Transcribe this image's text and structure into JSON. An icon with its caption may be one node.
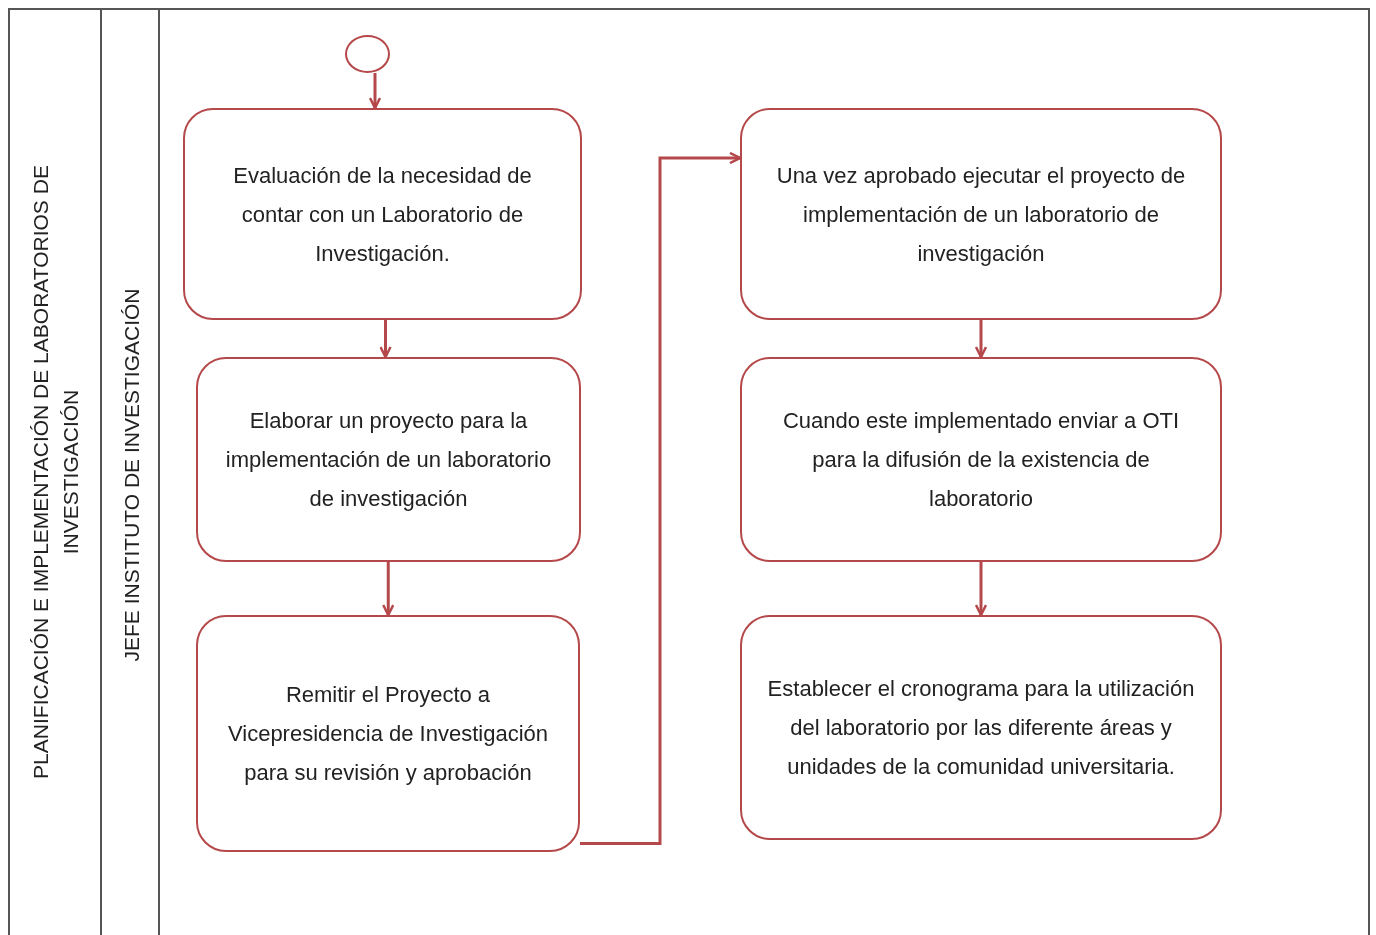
{
  "diagram": {
    "nodes": [
      {
        "text": [
          "PLANIFICACIÓN E IMPLEMENTACIÓN DE LABORATORIOS DE INVESTIGACIÓN"
        ]
      },
      {
        "text": [
          "JEFE INSTITUTO DE INVESTIGACIÓN"
        ],
        "in": 0
      },
      {
        "text": [],
        "shape": "circle",
        "in": 1
      },
      {
        "text": [
          "Evaluación de la necesidad de contar con un Laboratorio de Investigación."
        ],
        "in": 1
      },
      {
        "text": [
          "Elaborar un  proyecto para la implementación de un laboratorio de investigación"
        ],
        "in": 1
      },
      {
        "text": [
          "Remitir el Proyecto a Vicepresidencia de Investigación para su revisión y aprobación"
        ],
        "in": 1
      },
      {
        "text": [
          "Una vez aprobado ejecutar el proyecto de implementación de un laboratorio de investigación"
        ],
        "in": 1
      },
      {
        "text": [
          "Cuando este implementado enviar a OTI para la difusión de la existencia de laboratorio"
        ],
        "in": 1
      },
      {
        "text": [
          "Establecer el cronograma para la utilización del laboratorio por las diferente áreas y unidades de la comunidad universitaria."
        ],
        "in": 1
      }
    ],
    "edges": [
      {
        "from": 2,
        "to": 3,
        "arrow": "to"
      },
      {
        "from": 3,
        "to": 4,
        "arrow": "to"
      },
      {
        "from": 4,
        "to": 5,
        "arrow": "to"
      },
      {
        "from": 5,
        "to": 6,
        "arrow": "to"
      },
      {
        "from": 6,
        "to": 7,
        "arrow": "to"
      },
      {
        "from": 7,
        "to": 8,
        "arrow": "to"
      }
    ]
  }
}
